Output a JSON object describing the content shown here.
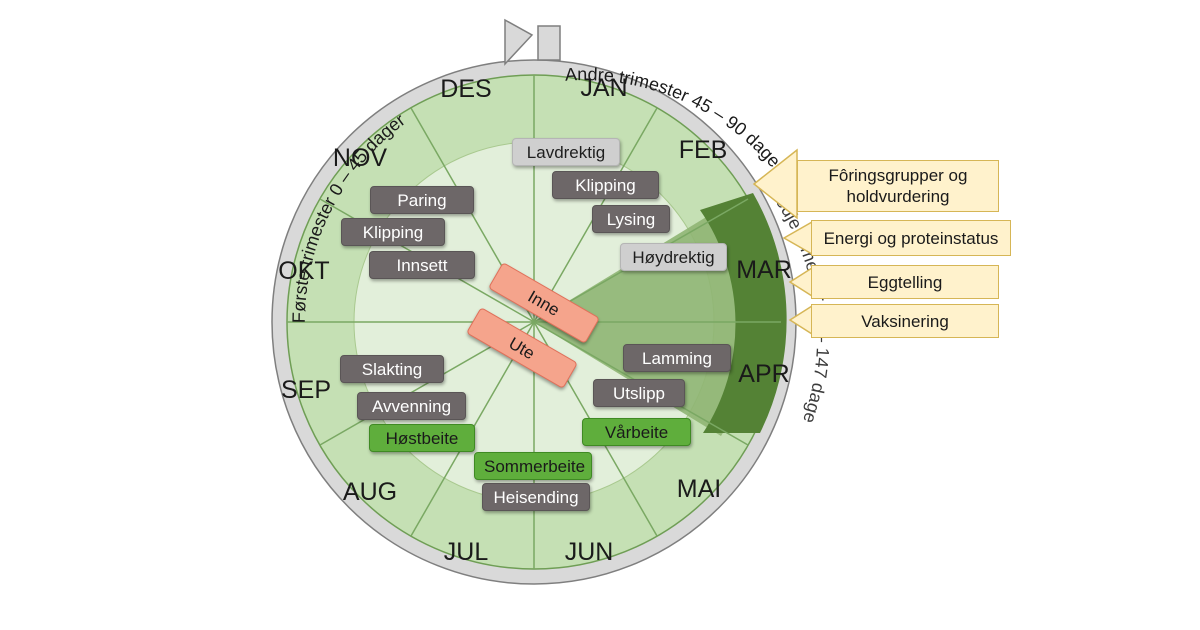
{
  "months": [
    {
      "key": "jan",
      "label": "JAN"
    },
    {
      "key": "feb",
      "label": "FEB"
    },
    {
      "key": "mar",
      "label": "MAR"
    },
    {
      "key": "apr",
      "label": "APR"
    },
    {
      "key": "mai",
      "label": "MAI"
    },
    {
      "key": "jun",
      "label": "JUN"
    },
    {
      "key": "jul",
      "label": "JUL"
    },
    {
      "key": "aug",
      "label": "AUG"
    },
    {
      "key": "sep",
      "label": "SEP"
    },
    {
      "key": "okt",
      "label": "OKT"
    },
    {
      "key": "nov",
      "label": "NOV"
    },
    {
      "key": "des",
      "label": "DES"
    }
  ],
  "trimesters": {
    "first": "Første trimester 0 – 45 dager",
    "second": "Andre trimester 45 – 90 dager",
    "third": "Tredje trimester 90 – 147 dager"
  },
  "activities": {
    "lavdrektig": "Lavdrektig",
    "klipping_spring": "Klipping",
    "lysing": "Lysing",
    "hoydrektig": "Høydrektig",
    "paring": "Paring",
    "klipping_autumn": "Klipping",
    "innsett": "Innsett",
    "inne": "Inne",
    "ute": "Ute",
    "lamming": "Lamming",
    "utslipp": "Utslipp",
    "slakting": "Slakting",
    "avvenning": "Avvenning",
    "hostbeite": "Høstbeite",
    "varbeite": "Vårbeite",
    "sommerbeite": "Sommerbeite",
    "heisending": "Heisending"
  },
  "notes": {
    "foring": "Fôringsgrupper og holdvurdering",
    "energi": "Energi og proteinstatus",
    "egg": "Eggtelling",
    "vaks": "Vaksinering"
  },
  "colors": {
    "outer_ring": "#d9d9d9",
    "month_sector": "#c5e0b4",
    "inner_circle": "#e2efda",
    "dark_sector": "#548235",
    "mid_sector": "#8fb573",
    "note_fill": "#fff2cc",
    "note_border": "#d6b656"
  }
}
